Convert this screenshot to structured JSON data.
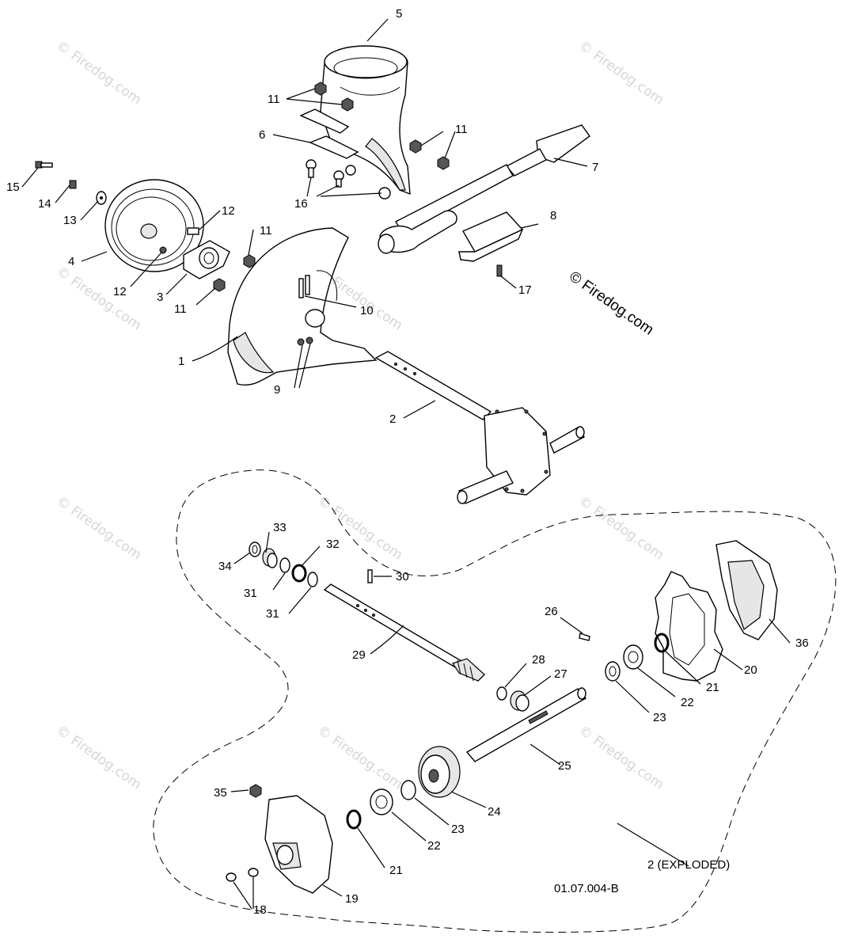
{
  "watermark": "© Firedog.com",
  "center_watermark": "© Firedog.com",
  "drawing_number": "01.07.004-B",
  "exploded_label": "2 (EXPLODED)",
  "callouts": {
    "c1": "1",
    "c2": "2",
    "c3": "3",
    "c4": "4",
    "c5": "5",
    "c6": "6",
    "c7": "7",
    "c8": "8",
    "c9": "9",
    "c10": "10",
    "c11a": "11",
    "c11b": "11",
    "c11c": "11",
    "c11d": "11",
    "c12a": "12",
    "c12b": "12",
    "c13": "13",
    "c14": "14",
    "c15": "15",
    "c16": "16",
    "c17": "17",
    "c18": "18",
    "c19": "19",
    "c20": "20",
    "c21a": "21",
    "c21b": "21",
    "c22a": "22",
    "c22b": "22",
    "c23a": "23",
    "c23b": "23",
    "c24": "24",
    "c25": "25",
    "c26": "26",
    "c27": "27",
    "c28": "28",
    "c29": "29",
    "c30": "30",
    "c31a": "31",
    "c31b": "31",
    "c32": "32",
    "c33": "33",
    "c34": "34",
    "c35": "35",
    "c36": "36"
  }
}
